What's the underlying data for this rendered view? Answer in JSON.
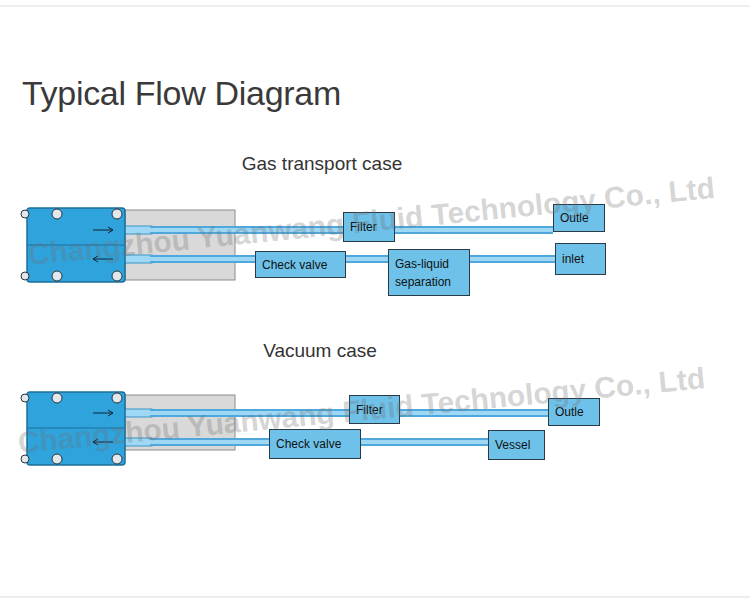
{
  "diagram": {
    "title": "Typical Flow Diagram",
    "nodes": [
      {
        "text": [
          "Filter"
        ]
      },
      {
        "text": [
          "Outle"
        ]
      },
      {
        "text": [
          "Check valve"
        ]
      },
      {
        "text": [
          "Gas-liquid separation"
        ]
      },
      {
        "text": [
          "inlet"
        ]
      },
      {
        "text": [
          "Filter"
        ]
      },
      {
        "text": [
          "Outle"
        ]
      },
      {
        "text": [
          "Check valve"
        ]
      },
      {
        "text": [
          "Vessel"
        ]
      }
    ],
    "edges": [
      {
        "from": 0,
        "to": 1,
        "arrow": "none"
      },
      {
        "from": 2,
        "to": 3,
        "arrow": "none"
      },
      {
        "from": 3,
        "to": 4,
        "arrow": "none"
      },
      {
        "from": 5,
        "to": 6,
        "arrow": "none"
      },
      {
        "from": 7,
        "to": 8,
        "arrow": "none"
      }
    ],
    "labels": [
      "Gas transport case",
      "Vacuum case",
      "Changzhou Yuanwang Fluid Technology Co., Ltd",
      "Changzhou Yuanwang Fluid Technology Co., Ltd"
    ]
  }
}
